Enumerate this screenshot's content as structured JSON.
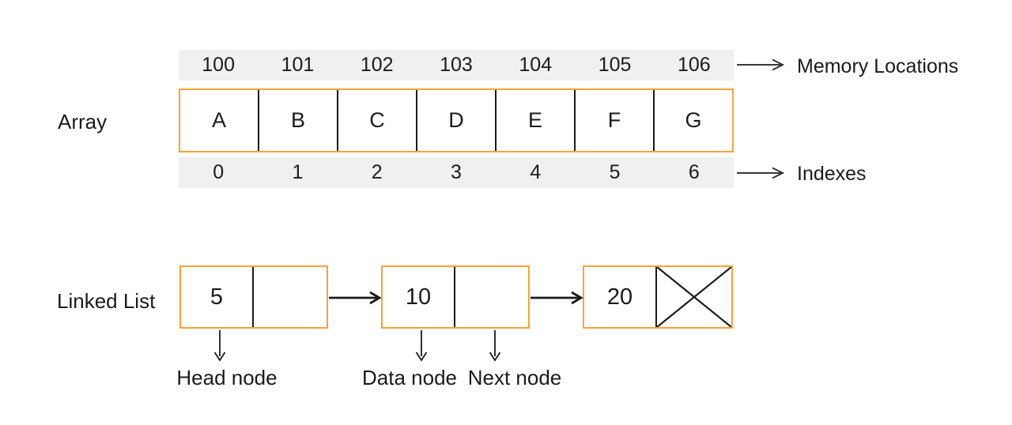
{
  "colors": {
    "accent_orange": "#F8A237",
    "strip_gray": "#F0F0F0",
    "ink": "#1B1B1B",
    "bg": "#FFFFFF"
  },
  "array": {
    "label": "Array",
    "memory_locations": [
      "100",
      "101",
      "102",
      "103",
      "104",
      "105",
      "106"
    ],
    "elements": [
      "A",
      "B",
      "C",
      "D",
      "E",
      "F",
      "G"
    ],
    "indexes": [
      "0",
      "1",
      "2",
      "3",
      "4",
      "5",
      "6"
    ],
    "memory_locations_label": "Memory Locations",
    "indexes_label": "Indexes"
  },
  "linked_list": {
    "label": "Linked List",
    "nodes": [
      {
        "value": "5",
        "pointer": "arrow"
      },
      {
        "value": "10",
        "pointer": "arrow"
      },
      {
        "value": "20",
        "pointer": "null"
      }
    ],
    "annotations": {
      "head": "Head node",
      "data": "Data node",
      "next": "Next node"
    }
  }
}
